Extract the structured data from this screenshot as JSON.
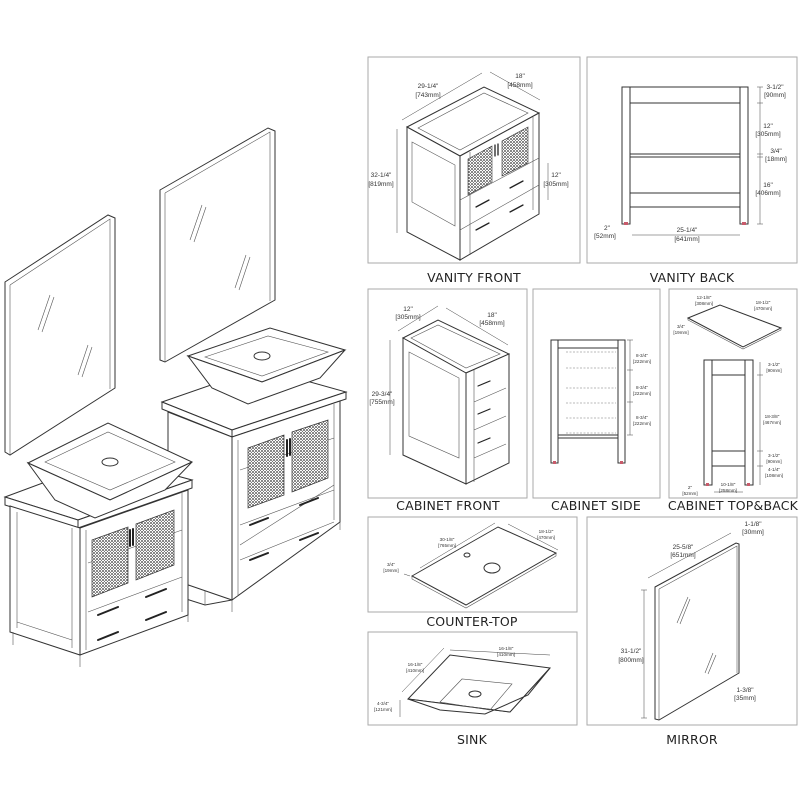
{
  "panels": {
    "vanity_front": {
      "title": "VANITY FRONT",
      "dims": [
        {
          "in": "29-1/4\"",
          "mm": "[743mm]"
        },
        {
          "in": "18\"",
          "mm": "[458mm]"
        },
        {
          "in": "32-1/4\"",
          "mm": "[819mm]"
        },
        {
          "in": "12\"",
          "mm": "[305mm]"
        }
      ]
    },
    "vanity_back": {
      "title": "VANITY BACK",
      "dims": [
        {
          "in": "3-1/2\"",
          "mm": "[90mm]"
        },
        {
          "in": "12\"",
          "mm": "[305mm]"
        },
        {
          "in": "3/4\"",
          "mm": "[18mm]"
        },
        {
          "in": "16\"",
          "mm": "[406mm]"
        },
        {
          "in": "2\"",
          "mm": "[52mm]"
        },
        {
          "in": "25-1/4\"",
          "mm": "[641mm]"
        }
      ]
    },
    "cabinet_front": {
      "title": "CABINET FRONT",
      "dims": [
        {
          "in": "12\"",
          "mm": "[305mm]"
        },
        {
          "in": "18\"",
          "mm": "[458mm]"
        },
        {
          "in": "29-3/4\"",
          "mm": "[755mm]"
        }
      ]
    },
    "cabinet_side": {
      "title": "CABINET SIDE",
      "dims": [
        {
          "in": "8-3/4\"",
          "mm": "[222mm]"
        },
        {
          "in": "8-3/4\"",
          "mm": "[222mm]"
        },
        {
          "in": "8-3/4\"",
          "mm": "[222mm]"
        }
      ]
    },
    "cabinet_top_back": {
      "title": "CABINET TOP&BACK",
      "dims": [
        {
          "in": "12-1/8\"",
          "mm": "[308mm]"
        },
        {
          "in": "18-1/2\"",
          "mm": "[470mm]"
        },
        {
          "in": "3/4\"",
          "mm": "[19mm]"
        },
        {
          "in": "3-1/2\"",
          "mm": "[90mm]"
        },
        {
          "in": "18-3/8\"",
          "mm": "[467mm]"
        },
        {
          "in": "3-1/2\"",
          "mm": "[90mm]"
        },
        {
          "in": "4-1/4\"",
          "mm": "[108mm]"
        },
        {
          "in": "2\"",
          "mm": "[52mm]"
        },
        {
          "in": "10-1/8\"",
          "mm": "[258mm]"
        }
      ]
    },
    "counter_top": {
      "title": "COUNTER-TOP",
      "dims": [
        {
          "in": "30-1/8\"",
          "mm": "[765mm]"
        },
        {
          "in": "18-1/2\"",
          "mm": "[470mm]"
        },
        {
          "in": "3/4\"",
          "mm": "[19mm]"
        }
      ]
    },
    "sink": {
      "title": "SINK",
      "dims": [
        {
          "in": "16-1/8\"",
          "mm": "[410mm]"
        },
        {
          "in": "16-1/8\"",
          "mm": "[410mm]"
        },
        {
          "in": "4-3/4\"",
          "mm": "[121mm]"
        }
      ]
    },
    "mirror": {
      "title": "MIRROR",
      "dims": [
        {
          "in": "1-1/8\"",
          "mm": "[30mm]"
        },
        {
          "in": "25-5/8\"",
          "mm": "[651mm]"
        },
        {
          "in": "31-1/2\"",
          "mm": "[800mm]"
        },
        {
          "in": "1-3/8\"",
          "mm": "[35mm]"
        }
      ]
    }
  },
  "colors": {
    "line": "#333333",
    "panel_border": "#aaaaaa",
    "foot_marker": "#c85a6a"
  }
}
